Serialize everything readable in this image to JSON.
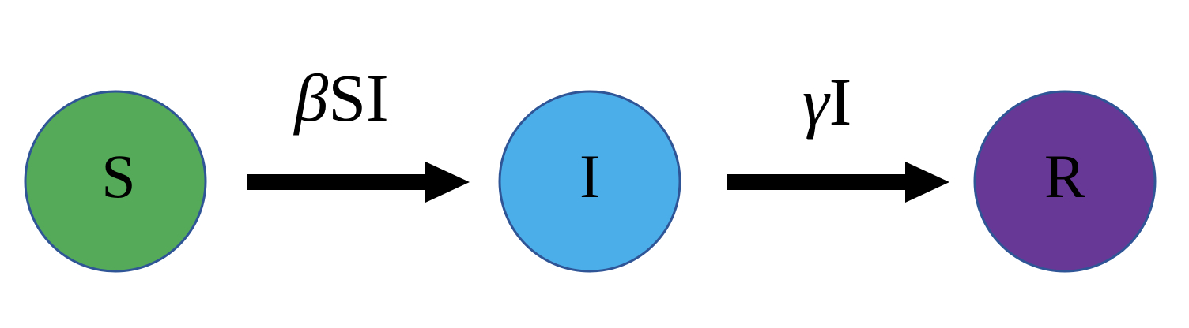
{
  "diagram": {
    "nodes": [
      {
        "id": "S",
        "label": "S",
        "color": "#55AA5A"
      },
      {
        "id": "I",
        "label": "I",
        "color": "#4BAEE9"
      },
      {
        "id": "R",
        "label": "R",
        "color": "#673896"
      }
    ],
    "node_border_color": "#2F5597",
    "arrow_color": "#000000",
    "edges": [
      {
        "from": "S",
        "to": "I",
        "symbol": "β",
        "term": "SI"
      },
      {
        "from": "I",
        "to": "R",
        "symbol": "γ",
        "term": "I"
      }
    ]
  }
}
